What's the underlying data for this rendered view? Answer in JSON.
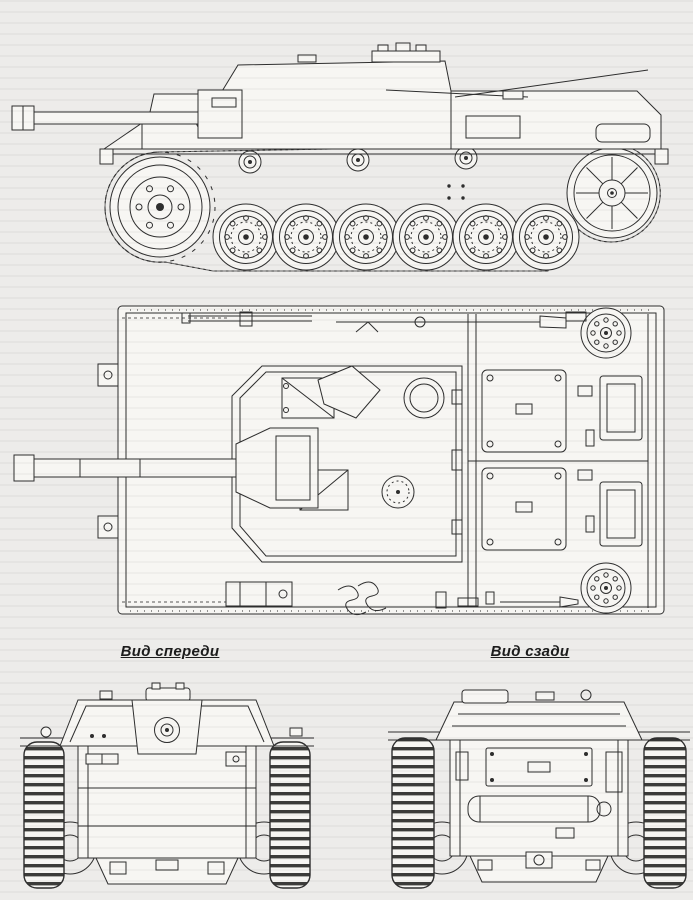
{
  "page": {
    "background_color": "#edecea",
    "ink_color": "#2e2e2e",
    "kind": "scanned technical line drawing, four views of a tracked assault gun"
  },
  "labels": {
    "front_view": "Вид спереди",
    "rear_view": "Вид сзади"
  },
  "views": {
    "side": "side elevation with gun, drive sprocket, six road wheels, idler and track",
    "top": "plan view with gun barrel, fighting-compartment roof and engine-deck hatches",
    "front": "front elevation",
    "rear": "rear elevation"
  }
}
